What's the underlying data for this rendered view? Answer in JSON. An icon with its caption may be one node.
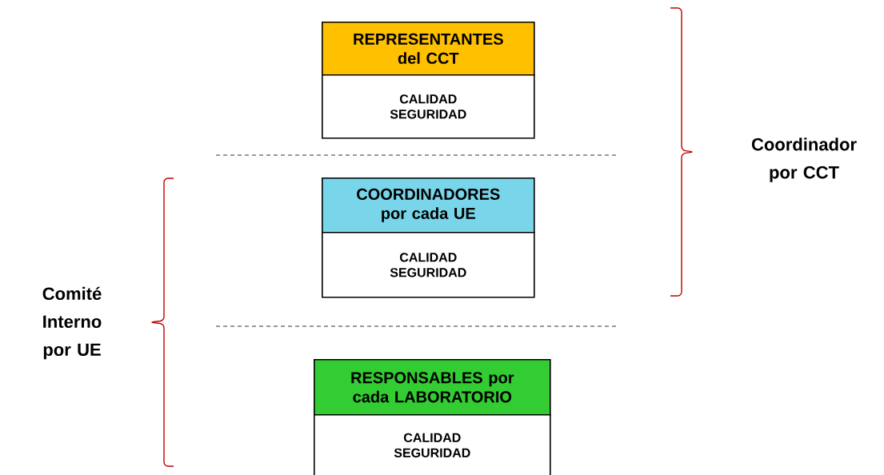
{
  "diagram": {
    "nodes": [
      {
        "text": [
          "REPRESENTANTES del CCT"
        ]
      },
      {
        "text": [
          "CALIDAD SEGURIDAD"
        ]
      },
      {
        "text": [
          "COORDINADORES por cada UE"
        ]
      },
      {
        "text": [
          "CALIDAD SEGURIDAD"
        ]
      },
      {
        "text": [
          "RESPONSABLES por cada LABORATORIO"
        ]
      },
      {
        "text": [
          "CALIDAD SEGURIDAD"
        ]
      }
    ],
    "labels": [
      "Coordinador por CCT",
      "Comité Interno por UE"
    ]
  }
}
